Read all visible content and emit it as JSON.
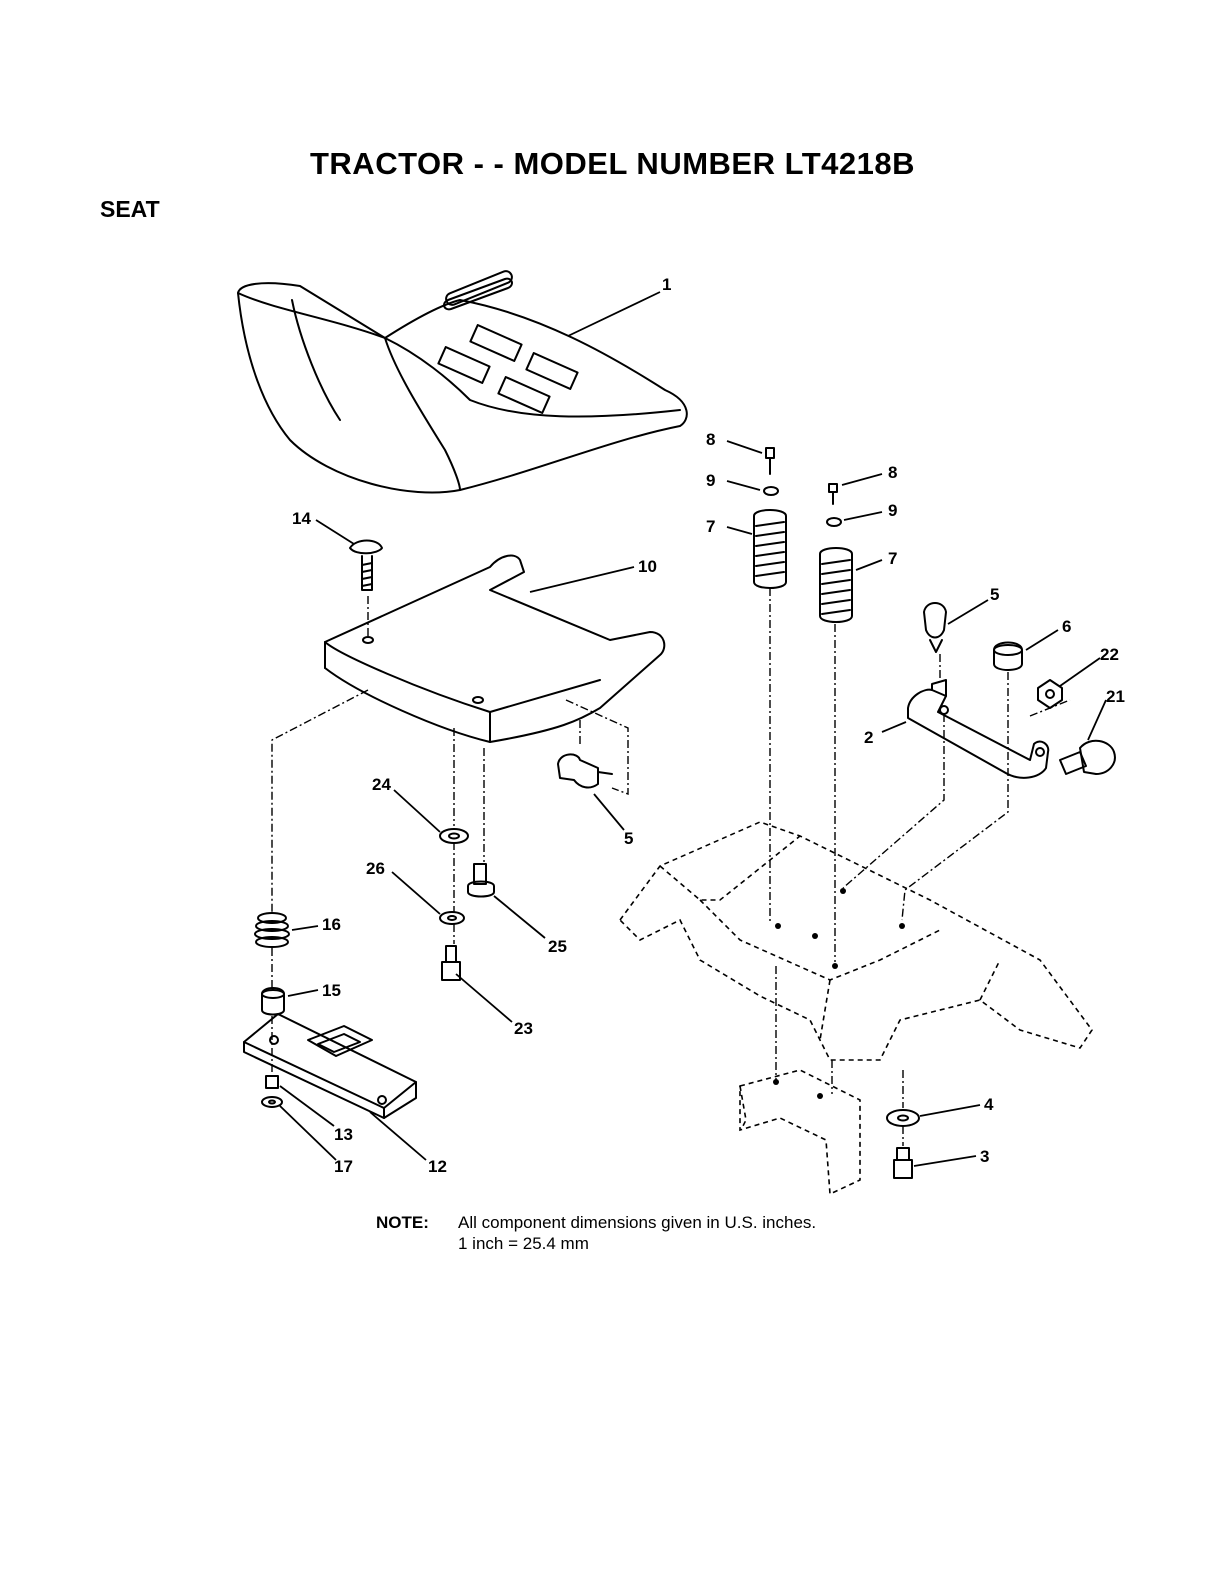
{
  "page": {
    "title": "TRACTOR - - MODEL NUMBER LT4218B",
    "section": "SEAT"
  },
  "callouts": {
    "c1": "1",
    "c2": "2",
    "c3": "3",
    "c4": "4",
    "c5a": "5",
    "c5b": "5",
    "c6": "6",
    "c7a": "7",
    "c7b": "7",
    "c8a": "8",
    "c8b": "8",
    "c9a": "9",
    "c9b": "9",
    "c10": "10",
    "c12": "12",
    "c13": "13",
    "c14": "14",
    "c15": "15",
    "c16": "16",
    "c17": "17",
    "c21": "21",
    "c22": "22",
    "c23": "23",
    "c24": "24",
    "c25": "25",
    "c26": "26"
  },
  "note": {
    "label": "NOTE:",
    "line1": "All component dimensions given in U.S. inches.",
    "line2": "1 inch = 25.4 mm"
  }
}
